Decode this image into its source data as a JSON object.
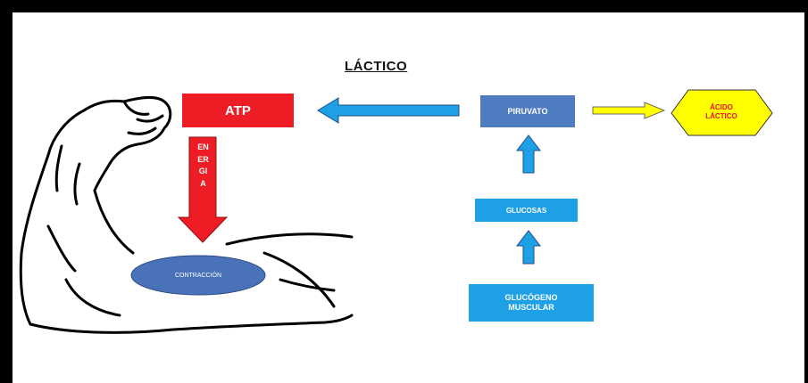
{
  "title": "LÁCTICO",
  "nodes": {
    "atp": "ATP",
    "piruvato": "PIRUVATO",
    "acido_line1": "ÁCIDO",
    "acido_line2": "LÁCTICO",
    "glucosas": "GLUCOSAS",
    "glucogeno_line1": "GLUCÓGENO",
    "glucogeno_line2": "MUSCULAR",
    "contraccion": "CONTRACCIÓN"
  },
  "energia": "ENERGIA",
  "colors": {
    "atp": "#ee1c24",
    "piruvato": "#4f7cc0",
    "glucosas": "#1ea0e6",
    "acido_fill": "#ffff00",
    "arrow_blue": "#1ea0e6",
    "arrow_yellow": "#ffff00",
    "energia_arrow": "#ee1c24",
    "contraccion": "#4a72b8"
  },
  "icons": {
    "arm": "flexed-arm-icon"
  }
}
